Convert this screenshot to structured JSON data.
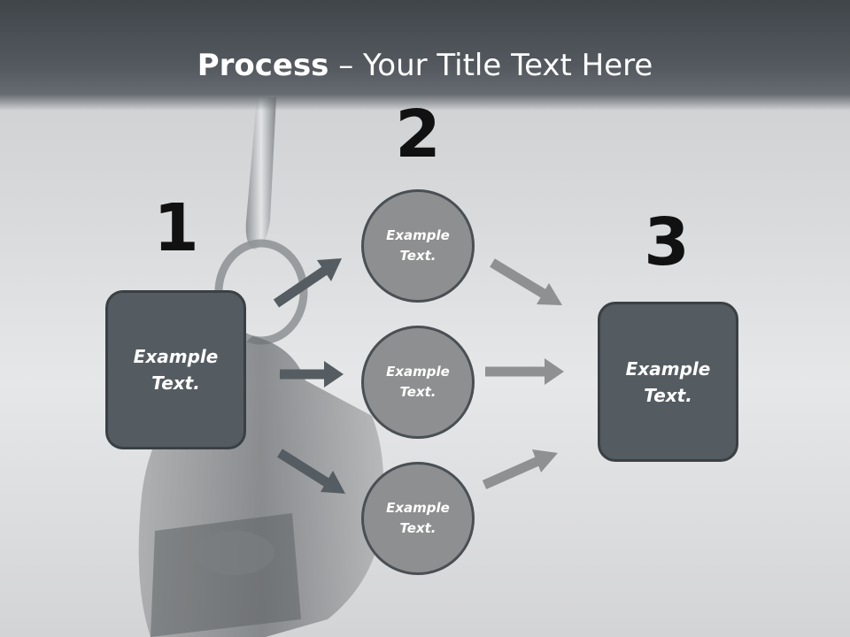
{
  "title": {
    "bold": "Process",
    "rest": " – Your Title Text Here"
  },
  "steps": {
    "one": {
      "number": "1",
      "label": "Example\nText."
    },
    "two": {
      "number": "2",
      "items": [
        "Example\nText.",
        "Example\nText.",
        "Example\nText."
      ]
    },
    "three": {
      "number": "3",
      "label": "Example\nText."
    }
  },
  "colors": {
    "header": "#4b5156",
    "box_fill": "#545b61",
    "circle_fill": "#8e8f90",
    "arrow_dark": "#555c62",
    "arrow_light": "#8f9091"
  },
  "background_image": "whistle-photo"
}
